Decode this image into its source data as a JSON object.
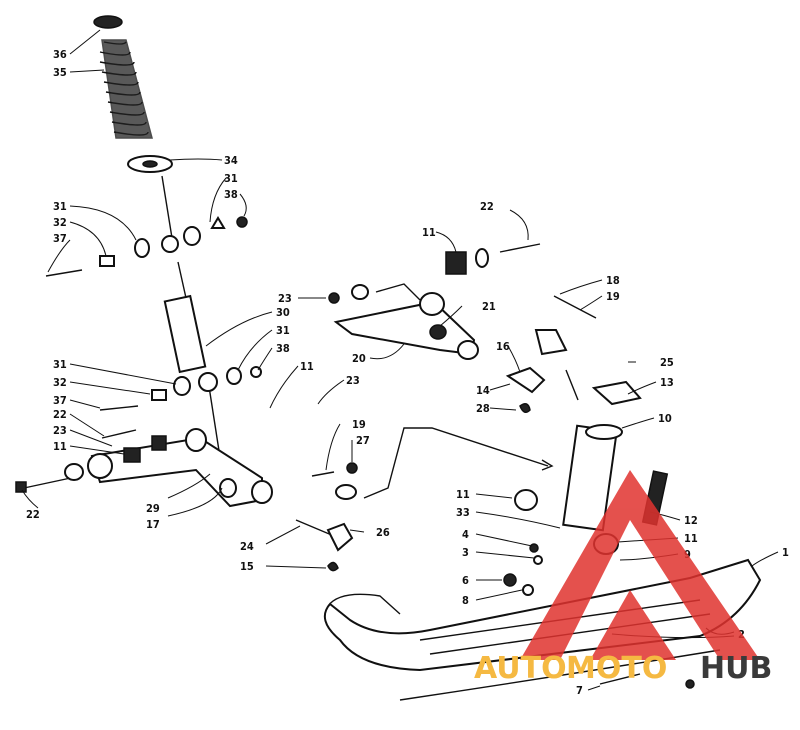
{
  "callouts": [
    {
      "id": "c36",
      "label": "36"
    },
    {
      "id": "c35",
      "label": "35"
    },
    {
      "id": "c34",
      "label": "34"
    },
    {
      "id": "c31a",
      "label": "31"
    },
    {
      "id": "c38a",
      "label": "38"
    },
    {
      "id": "c31b",
      "label": "31"
    },
    {
      "id": "c32a",
      "label": "32"
    },
    {
      "id": "c37a",
      "label": "37"
    },
    {
      "id": "c22a",
      "label": "22"
    },
    {
      "id": "c11a",
      "label": "11"
    },
    {
      "id": "c23a",
      "label": "23"
    },
    {
      "id": "c21",
      "label": "21"
    },
    {
      "id": "c30",
      "label": "30"
    },
    {
      "id": "c31c",
      "label": "31"
    },
    {
      "id": "c38b",
      "label": "38"
    },
    {
      "id": "c20",
      "label": "20"
    },
    {
      "id": "c18",
      "label": "18"
    },
    {
      "id": "c19a",
      "label": "19"
    },
    {
      "id": "c16",
      "label": "16"
    },
    {
      "id": "c31d",
      "label": "31"
    },
    {
      "id": "c32b",
      "label": "32"
    },
    {
      "id": "c37b",
      "label": "37"
    },
    {
      "id": "c22b",
      "label": "22"
    },
    {
      "id": "c23b",
      "label": "23"
    },
    {
      "id": "c11b",
      "label": "11"
    },
    {
      "id": "c11c",
      "label": "11"
    },
    {
      "id": "c23c",
      "label": "23"
    },
    {
      "id": "c14",
      "label": "14"
    },
    {
      "id": "c28",
      "label": "28"
    },
    {
      "id": "c25",
      "label": "25"
    },
    {
      "id": "c13",
      "label": "13"
    },
    {
      "id": "c10",
      "label": "10"
    },
    {
      "id": "c19b",
      "label": "19"
    },
    {
      "id": "c27",
      "label": "27"
    },
    {
      "id": "c29",
      "label": "29"
    },
    {
      "id": "c17",
      "label": "17"
    },
    {
      "id": "c22c",
      "label": "22"
    },
    {
      "id": "c24",
      "label": "24"
    },
    {
      "id": "c26",
      "label": "26"
    },
    {
      "id": "c15",
      "label": "15"
    },
    {
      "id": "c11d",
      "label": "11"
    },
    {
      "id": "c33",
      "label": "33"
    },
    {
      "id": "c4",
      "label": "4"
    },
    {
      "id": "c3",
      "label": "3"
    },
    {
      "id": "c6",
      "label": "6"
    },
    {
      "id": "c8",
      "label": "8"
    },
    {
      "id": "c12",
      "label": "12"
    },
    {
      "id": "c11e",
      "label": "11"
    },
    {
      "id": "c9",
      "label": "9"
    },
    {
      "id": "c1",
      "label": "1"
    },
    {
      "id": "c2",
      "label": "2"
    },
    {
      "id": "c7",
      "label": "7"
    }
  ],
  "watermark": {
    "part1": "AUTO",
    "part2": "MOTO",
    "part3": "HUB",
    "color_light": "#f5b942",
    "color_dark": "#3a3a3a",
    "logo_color": "#e0332f"
  }
}
